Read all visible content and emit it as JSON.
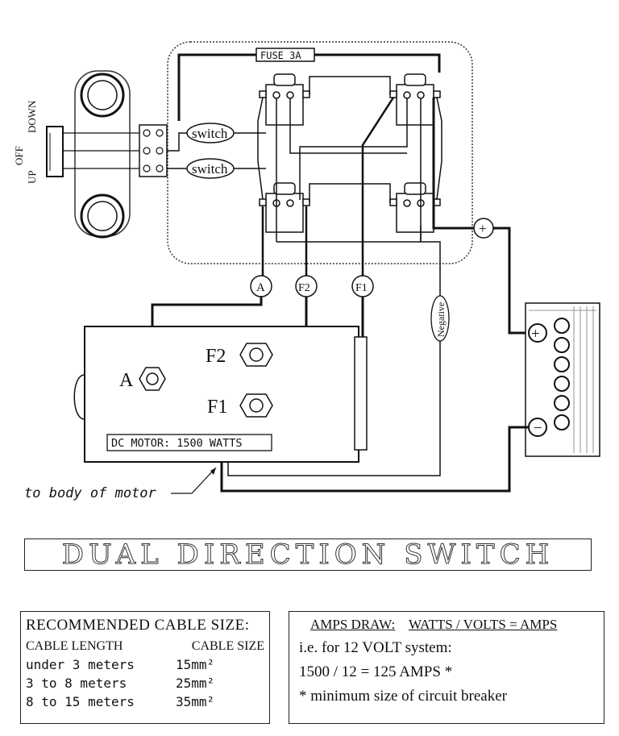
{
  "diagram": {
    "fuse_label": "FUSE 3A",
    "switch_top": "switch",
    "switch_bottom": "switch",
    "toggle_labels": {
      "off": "OFF",
      "down": "DOWN",
      "up": "UP"
    },
    "terminal_A": "A",
    "terminal_F2": "F2",
    "terminal_F1": "F1",
    "negative_label": "Negative",
    "plus_sign": "+",
    "minus_sign": "−",
    "motor_label": "DC MOTOR: 1500 WATTS",
    "motor_A": "A",
    "motor_F2": "F2",
    "motor_F1": "F1",
    "body_note": "to body of motor"
  },
  "title": "DUAL DIRECTION SWITCH",
  "cable_table": {
    "heading": "RECOMMENDED CABLE SIZE:",
    "col1": "CABLE LENGTH",
    "col2": "CABLE SIZE",
    "rows": [
      {
        "length": "under 3 meters",
        "size": "15mm²"
      },
      {
        "length": "3 to 8 meters",
        "size": "25mm²"
      },
      {
        "length": "8 to 15 meters",
        "size": "35mm²"
      }
    ]
  },
  "amps": {
    "line1_a": "AMPS DRAW:",
    "line1_b": "WATTS / VOLTS = AMPS",
    "line2": "i.e. for 12 VOLT system:",
    "line3": "1500 / 12 = 125 AMPS *",
    "line4": "* minimum size of circuit breaker"
  }
}
